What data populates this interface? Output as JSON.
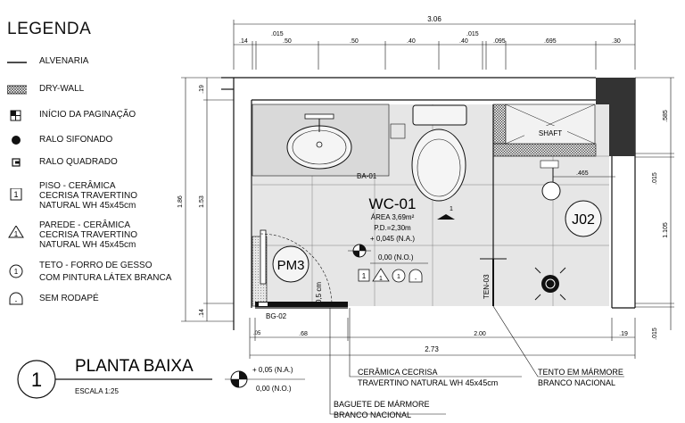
{
  "legend": {
    "title": "LEGENDA",
    "items": {
      "alvenaria": "ALVENARIA",
      "drywall": "DRY-WALL",
      "inicio_paginacao": "INÍCIO DA PAGINAÇÃO",
      "ralo_sifonado": "RALO SIFONADO",
      "ralo_quadrado": "RALO QUADRADO",
      "piso_1": "PISO - CERÂMICA",
      "piso_2": "CECRISA TRAVERTINO",
      "piso_3": "NATURAL WH 45x45cm",
      "parede_1": "PAREDE - CERÂMICA",
      "parede_2": "CECRISA TRAVERTINO",
      "parede_3": "NATURAL WH 45x45cm",
      "teto_1": "TETO - FORRO DE GESSO",
      "teto_2": "COM PINTURA LÁTEX BRANCA",
      "rodape": "SEM RODAPÉ"
    },
    "symbol_numbers": {
      "piso": "1",
      "parede": "1",
      "teto": "1",
      "rodape": "-"
    }
  },
  "dimensions": {
    "top_total": "3.06",
    "top_a": ".14",
    "top_b": ".015",
    "top_c": ".50",
    "top_d": ".50",
    "top_e": ".40",
    "top_f": ".015",
    "top_g": ".40",
    "top_h": ".095",
    "top_i": ".695",
    "top_j": ".30",
    "left_total": "1.86",
    "left_a": ".19",
    "left_b": "1.53",
    "left_c": ".14",
    "right_a": ".585",
    "right_b": ".015",
    "right_c": "1.105",
    "right_d": ".015",
    "bottom_total": "2.73",
    "bottom_a": ".05",
    "bottom_b": ".68",
    "bottom_c": "2.00",
    "bottom_d": ".19",
    "shaft_dim": ".465"
  },
  "room": {
    "name": "WC-01",
    "area": "ÁREA 3,69m²",
    "pd": "P.D.=2,30m",
    "level": "+ 0,045 (N.A.)",
    "level_no": "0,00 (N.O.)",
    "ba_label": "BA-01",
    "shaft_label": "SHAFT",
    "j02_label": "J02",
    "pm3_label": "PM3",
    "bg_label": "BG-02",
    "ten_label": "TEN-03",
    "door_dim": "0,5 cm",
    "north_mark": "1",
    "tag_piso": "1",
    "tag_parede": "1",
    "tag_teto": "1",
    "tag_rodape": "-"
  },
  "callouts": {
    "ceramica_1": "CERÂMICA CECRISA",
    "ceramica_2": "TRAVERTINO NATURAL WH 45x45cm",
    "baguete_1": "BAGUETE DE MÁRMORE",
    "baguete_2": "BRANCO NACIONAL",
    "tento_1": "TENTO EM MÁRMORE",
    "tento_2": "BRANCO NACIONAL"
  },
  "title_block": {
    "number": "1",
    "title": "PLANTA BAIXA",
    "scale": "ESCALA 1:25",
    "level_na": "+ 0,05 (N.A.)",
    "level_no": "0,00 (N.O.)"
  }
}
